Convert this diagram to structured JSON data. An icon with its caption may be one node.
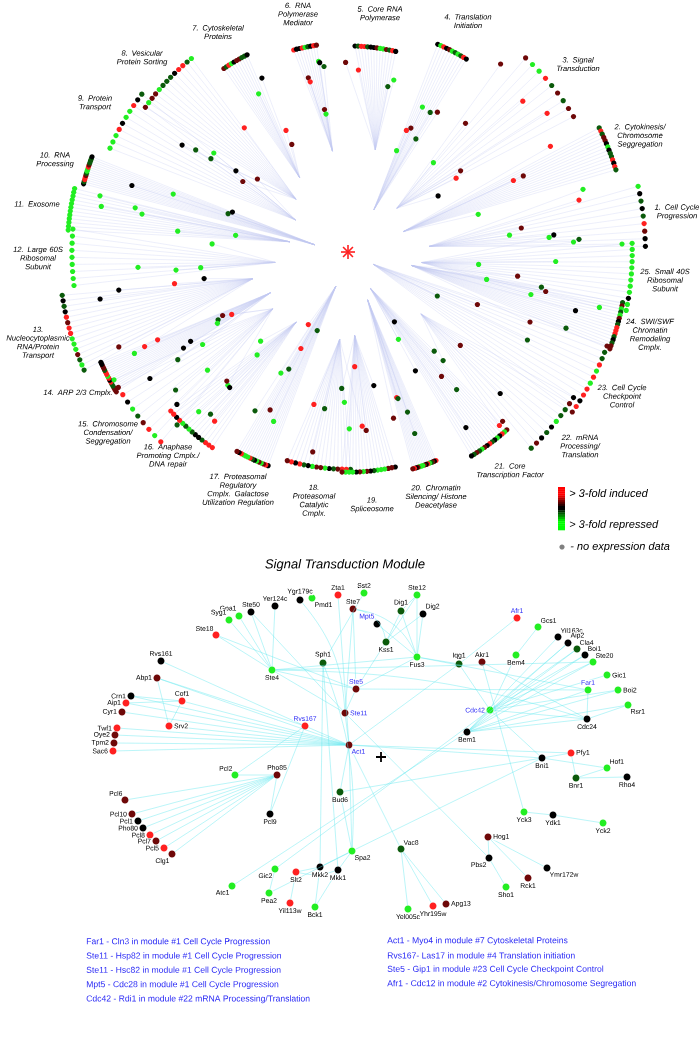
{
  "diagram": {
    "nodes": [
      {
        "text": [],
        "shape": "circle",
        "beside": [
          "Ygr179c"
        ]
      },
      {
        "text": [],
        "shape": "circle",
        "beside": [
          "Zta1"
        ]
      },
      {
        "text": [],
        "shape": "circle",
        "beside": [
          "Sst2"
        ]
      },
      {
        "text": [],
        "shape": "circle",
        "beside": [
          "Ste12"
        ]
      },
      {
        "text": [],
        "shape": "circle",
        "beside": [
          "Yer124c"
        ]
      },
      {
        "text": [],
        "shape": "circle",
        "beside": [
          "Pmd1"
        ]
      },
      {
        "text": [],
        "shape": "circle",
        "beside": [
          "Ste7"
        ]
      },
      {
        "text": [],
        "shape": "circle",
        "beside": [
          "Dig1"
        ]
      },
      {
        "text": [],
        "shape": "circle",
        "beside": [
          "Dig2"
        ]
      },
      {
        "text": [],
        "shape": "circle",
        "beside": [
          "Ste50"
        ]
      },
      {
        "text": [],
        "shape": "circle",
        "beside": [
          "Gpa1"
        ]
      },
      {
        "text": [],
        "shape": "circle",
        "beside": [
          "Syg1"
        ]
      },
      {
        "text": [],
        "shape": "circle",
        "beside": [
          "Afr1"
        ]
      },
      {
        "text": [],
        "shape": "circle",
        "beside": [
          "Mpt5"
        ]
      },
      {
        "text": [],
        "shape": "circle",
        "beside": [
          "Gcs1"
        ]
      },
      {
        "text": [],
        "shape": "circle",
        "beside": [
          "Ste18"
        ]
      },
      {
        "text": [],
        "shape": "circle",
        "beside": [
          "Yil163c"
        ]
      },
      {
        "text": [],
        "shape": "circle",
        "beside": [
          "Kss1"
        ]
      },
      {
        "text": [],
        "shape": "circle",
        "beside": [
          "Aip2"
        ]
      },
      {
        "text": [],
        "shape": "circle",
        "beside": [
          "Cla4"
        ]
      },
      {
        "text": [],
        "shape": "circle",
        "beside": [
          "Boi1"
        ]
      },
      {
        "text": [],
        "shape": "circle",
        "beside": [
          "Bem4"
        ]
      },
      {
        "text": [],
        "shape": "circle",
        "beside": [
          "Fus3"
        ]
      },
      {
        "text": [],
        "shape": "circle",
        "beside": [
          "Rvs161"
        ]
      },
      {
        "text": [],
        "shape": "circle",
        "beside": [
          "Ste20"
        ]
      },
      {
        "text": [],
        "shape": "circle",
        "beside": [
          "Akr1"
        ]
      },
      {
        "text": [],
        "shape": "circle",
        "beside": [
          "Iqg1"
        ]
      },
      {
        "text": [],
        "shape": "circle",
        "beside": [
          "Sph1"
        ]
      },
      {
        "text": [],
        "shape": "circle",
        "beside": [
          "Ste4"
        ]
      },
      {
        "text": [],
        "shape": "circle",
        "beside": [
          "Gic1"
        ]
      },
      {
        "text": [],
        "shape": "circle",
        "beside": [
          "Abp1"
        ]
      },
      {
        "text": [],
        "shape": "circle",
        "beside": [
          "Ste5"
        ]
      },
      {
        "text": [],
        "shape": "circle",
        "beside": [
          "Far1"
        ]
      },
      {
        "text": [],
        "shape": "circle",
        "beside": [
          "Boi2"
        ]
      },
      {
        "text": [],
        "shape": "circle",
        "beside": [
          "Crn1"
        ]
      },
      {
        "text": [],
        "shape": "circle",
        "beside": [
          "Cof1"
        ]
      },
      {
        "text": [],
        "shape": "circle",
        "beside": [
          "Aip1"
        ]
      },
      {
        "text": [],
        "shape": "circle",
        "beside": [
          "Rsr1"
        ]
      },
      {
        "text": [],
        "shape": "circle",
        "beside": [
          "Cdc42"
        ]
      },
      {
        "text": [],
        "shape": "circle",
        "beside": [
          "Cyr1"
        ]
      },
      {
        "text": [],
        "shape": "circle",
        "beside": [
          "Ste11"
        ]
      },
      {
        "text": [],
        "shape": "circle",
        "beside": [
          "Cdc24"
        ]
      },
      {
        "text": [],
        "shape": "circle",
        "beside": [
          "Rvs167"
        ]
      },
      {
        "text": [],
        "shape": "circle",
        "beside": [
          "Srv2"
        ]
      },
      {
        "text": [],
        "shape": "circle",
        "beside": [
          "Twf1"
        ]
      },
      {
        "text": [],
        "shape": "circle",
        "beside": [
          "Bem1"
        ]
      },
      {
        "text": [],
        "shape": "circle",
        "beside": [
          "Oye2"
        ]
      },
      {
        "text": [],
        "shape": "circle",
        "beside": [
          "Tpm2"
        ]
      },
      {
        "text": [],
        "shape": "circle",
        "beside": [
          "Act1"
        ]
      },
      {
        "text": [],
        "shape": "circle",
        "beside": [
          "Sac6"
        ]
      },
      {
        "text": [],
        "shape": "circle",
        "beside": [
          "Pfy1"
        ]
      },
      {
        "text": [],
        "shape": "circle",
        "beside": [
          "Bni1"
        ]
      },
      {
        "text": [],
        "shape": "circle",
        "beside": [
          "Hof1"
        ]
      },
      {
        "text": [],
        "shape": "circle",
        "beside": [
          "Pcl2"
        ]
      },
      {
        "text": [],
        "shape": "circle",
        "beside": [
          "Pho85"
        ]
      },
      {
        "text": [],
        "shape": "circle",
        "beside": [
          "Rho4"
        ]
      },
      {
        "text": [],
        "shape": "circle",
        "beside": [
          "Bnr1"
        ]
      },
      {
        "text": [],
        "shape": "circle",
        "beside": [
          "Bud6"
        ]
      },
      {
        "text": [],
        "shape": "circle",
        "beside": [
          "Pcl6"
        ]
      },
      {
        "text": [],
        "shape": "circle",
        "beside": [
          "Yck3"
        ]
      },
      {
        "text": [],
        "shape": "circle",
        "beside": [
          "Pcl9"
        ]
      },
      {
        "text": [],
        "shape": "circle",
        "beside": [
          "Pcl10"
        ]
      },
      {
        "text": [],
        "shape": "circle",
        "beside": [
          "Ydk1"
        ]
      },
      {
        "text": [],
        "shape": "circle",
        "beside": [
          "Pcl1"
        ]
      },
      {
        "text": [],
        "shape": "circle",
        "beside": [
          "Yck2"
        ]
      },
      {
        "text": [],
        "shape": "circle",
        "beside": [
          "Pho80"
        ]
      },
      {
        "text": [],
        "shape": "circle",
        "beside": [
          "Pcl8"
        ]
      },
      {
        "text": [],
        "shape": "circle",
        "beside": [
          "Hog1"
        ]
      },
      {
        "text": [],
        "shape": "circle",
        "beside": [
          "Pcl7"
        ]
      },
      {
        "text": [],
        "shape": "circle",
        "beside": [
          "Pcl5"
        ]
      },
      {
        "text": [],
        "shape": "circle",
        "beside": [
          "Vac8"
        ]
      },
      {
        "text": [],
        "shape": "circle",
        "beside": [
          "Spa2"
        ]
      },
      {
        "text": [],
        "shape": "circle",
        "beside": [
          "Clg1"
        ]
      },
      {
        "text": [],
        "shape": "circle",
        "beside": [
          "Pbs2"
        ]
      },
      {
        "text": [],
        "shape": "circle",
        "beside": [
          "Mkk2"
        ]
      },
      {
        "text": [],
        "shape": "circle",
        "beside": [
          "Ymr172w"
        ]
      },
      {
        "text": [],
        "shape": "circle",
        "beside": [
          "Gic2"
        ]
      },
      {
        "text": [],
        "shape": "circle",
        "beside": [
          "Mkk1"
        ]
      },
      {
        "text": [],
        "shape": "circle",
        "beside": [
          "Slt2"
        ]
      },
      {
        "text": [],
        "shape": "circle",
        "beside": [
          "Rck1"
        ]
      },
      {
        "text": [],
        "shape": "circle",
        "beside": [
          "Atc1"
        ]
      },
      {
        "text": [],
        "shape": "circle",
        "beside": [
          "Sho1"
        ]
      },
      {
        "text": [],
        "shape": "circle",
        "beside": [
          "Pea2"
        ]
      },
      {
        "text": [],
        "shape": "circle",
        "beside": [
          "Yil113w"
        ]
      },
      {
        "text": [],
        "shape": "circle",
        "beside": [
          "Apg13"
        ]
      },
      {
        "text": [],
        "shape": "circle",
        "beside": [
          "Yhr195w"
        ]
      },
      {
        "text": [],
        "shape": "circle",
        "beside": [
          "Bck1"
        ]
      },
      {
        "text": [],
        "shape": "circle",
        "beside": [
          "Yel005c"
        ]
      }
    ],
    "edges": [
      {
        "from": 48,
        "to": 30,
        "arrow": "none"
      },
      {
        "from": 48,
        "to": 34,
        "arrow": "none"
      },
      {
        "from": 48,
        "to": 36,
        "arrow": "none"
      },
      {
        "from": 48,
        "to": 39,
        "arrow": "none"
      },
      {
        "from": 48,
        "to": 44,
        "arrow": "none"
      },
      {
        "from": 48,
        "to": 46,
        "arrow": "none"
      },
      {
        "from": 48,
        "to": 47,
        "arrow": "none"
      },
      {
        "from": 48,
        "to": 49,
        "arrow": "none"
      },
      {
        "from": 48,
        "to": 43,
        "arrow": "none"
      },
      {
        "from": 48,
        "to": 35,
        "arrow": "none"
      },
      {
        "from": 48,
        "to": 42,
        "arrow": "none"
      },
      {
        "from": 48,
        "to": 40,
        "arrow": "none"
      },
      {
        "from": 1,
        "to": 48,
        "arrow": "none"
      },
      {
        "from": 48,
        "to": 51,
        "arrow": "none"
      },
      {
        "from": 48,
        "to": 50,
        "arrow": "none"
      },
      {
        "from": 48,
        "to": 57,
        "arrow": "none"
      },
      {
        "from": 48,
        "to": 71,
        "arrow": "none"
      },
      {
        "from": 48,
        "to": 26,
        "arrow": "none"
      },
      {
        "from": 48,
        "to": 70,
        "arrow": "none"
      },
      {
        "from": 30,
        "to": 43,
        "arrow": "none"
      },
      {
        "from": 35,
        "to": 43,
        "arrow": "none"
      },
      {
        "from": 35,
        "to": 36,
        "arrow": "none"
      },
      {
        "from": 34,
        "to": 35,
        "arrow": "none"
      },
      {
        "from": 23,
        "to": 42,
        "arrow": "none"
      },
      {
        "from": 30,
        "to": 42,
        "arrow": "none"
      },
      {
        "from": 42,
        "to": 53,
        "arrow": "none"
      },
      {
        "from": 42,
        "to": 60,
        "arrow": "none"
      },
      {
        "from": 54,
        "to": 53,
        "arrow": "none"
      },
      {
        "from": 54,
        "to": 60,
        "arrow": "none"
      },
      {
        "from": 54,
        "to": 58,
        "arrow": "none"
      },
      {
        "from": 54,
        "to": 61,
        "arrow": "none"
      },
      {
        "from": 54,
        "to": 63,
        "arrow": "none"
      },
      {
        "from": 54,
        "to": 65,
        "arrow": "none"
      },
      {
        "from": 54,
        "to": 66,
        "arrow": "none"
      },
      {
        "from": 54,
        "to": 68,
        "arrow": "none"
      },
      {
        "from": 54,
        "to": 69,
        "arrow": "none"
      },
      {
        "from": 54,
        "to": 72,
        "arrow": "none"
      },
      {
        "from": 40,
        "to": 31,
        "arrow": "none"
      },
      {
        "from": 40,
        "to": 6,
        "arrow": "none"
      },
      {
        "from": 40,
        "to": 9,
        "arrow": "none"
      },
      {
        "from": 40,
        "to": 73,
        "arrow": "none"
      },
      {
        "from": 40,
        "to": 28,
        "arrow": "none"
      },
      {
        "from": 0,
        "to": 40,
        "arrow": "none"
      },
      {
        "from": 31,
        "to": 28,
        "arrow": "none"
      },
      {
        "from": 31,
        "to": 15,
        "arrow": "none"
      },
      {
        "from": 31,
        "to": 22,
        "arrow": "none"
      },
      {
        "from": 31,
        "to": 17,
        "arrow": "none"
      },
      {
        "from": 31,
        "to": 6,
        "arrow": "none"
      },
      {
        "from": 31,
        "to": 32,
        "arrow": "none"
      },
      {
        "from": 28,
        "to": 10,
        "arrow": "none"
      },
      {
        "from": 28,
        "to": 9,
        "arrow": "none"
      },
      {
        "from": 28,
        "to": 11,
        "arrow": "none"
      },
      {
        "from": 28,
        "to": 15,
        "arrow": "none"
      },
      {
        "from": 28,
        "to": 24,
        "arrow": "none"
      },
      {
        "from": 28,
        "to": 41,
        "arrow": "none"
      },
      {
        "from": 28,
        "to": 22,
        "arrow": "none"
      },
      {
        "from": 4,
        "to": 28,
        "arrow": "none"
      },
      {
        "from": 22,
        "to": 7,
        "arrow": "none"
      },
      {
        "from": 22,
        "to": 8,
        "arrow": "none"
      },
      {
        "from": 22,
        "to": 3,
        "arrow": "none"
      },
      {
        "from": 22,
        "to": 6,
        "arrow": "none"
      },
      {
        "from": 22,
        "to": 32,
        "arrow": "none"
      },
      {
        "from": 13,
        "to": 22,
        "arrow": "none"
      },
      {
        "from": 22,
        "to": 26,
        "arrow": "none"
      },
      {
        "from": 17,
        "to": 7,
        "arrow": "none"
      },
      {
        "from": 17,
        "to": 8,
        "arrow": "none"
      },
      {
        "from": 17,
        "to": 3,
        "arrow": "none"
      },
      {
        "from": 17,
        "to": 6,
        "arrow": "none"
      },
      {
        "from": 27,
        "to": 71,
        "arrow": "none"
      },
      {
        "from": 27,
        "to": 77,
        "arrow": "none"
      },
      {
        "from": 27,
        "to": 74,
        "arrow": "none"
      },
      {
        "from": 2,
        "to": 27,
        "arrow": "none"
      },
      {
        "from": 71,
        "to": 77,
        "arrow": "none"
      },
      {
        "from": 71,
        "to": 74,
        "arrow": "none"
      },
      {
        "from": 71,
        "to": 82,
        "arrow": "none"
      },
      {
        "from": 71,
        "to": 57,
        "arrow": "none"
      },
      {
        "from": 71,
        "to": 51,
        "arrow": "none"
      },
      {
        "from": 86,
        "to": 77,
        "arrow": "none"
      },
      {
        "from": 86,
        "to": 74,
        "arrow": "none"
      },
      {
        "from": 78,
        "to": 77,
        "arrow": "none"
      },
      {
        "from": 78,
        "to": 74,
        "arrow": "none"
      },
      {
        "from": 83,
        "to": 78,
        "arrow": "none"
      },
      {
        "from": 82,
        "to": 76,
        "arrow": "none"
      },
      {
        "from": 76,
        "to": 38,
        "arrow": "none"
      },
      {
        "from": 80,
        "to": 45,
        "arrow": "none"
      },
      {
        "from": 57,
        "to": 51,
        "arrow": "none"
      },
      {
        "from": 70,
        "to": 87,
        "arrow": "none"
      },
      {
        "from": 70,
        "to": 85,
        "arrow": "none"
      },
      {
        "from": 70,
        "to": 84,
        "arrow": "none"
      },
      {
        "from": 67,
        "to": 73,
        "arrow": "none"
      },
      {
        "from": 67,
        "to": 79,
        "arrow": "none"
      },
      {
        "from": 67,
        "to": 75,
        "arrow": "none"
      },
      {
        "from": 73,
        "to": 81,
        "arrow": "none"
      },
      {
        "from": 25,
        "to": 59,
        "arrow": "none"
      },
      {
        "from": 59,
        "to": 62,
        "arrow": "none"
      },
      {
        "from": 62,
        "to": 64,
        "arrow": "none"
      },
      {
        "from": 51,
        "to": 50,
        "arrow": "none"
      },
      {
        "from": 50,
        "to": 56,
        "arrow": "none"
      },
      {
        "from": 51,
        "to": 52,
        "arrow": "none"
      },
      {
        "from": 56,
        "to": 52,
        "arrow": "none"
      },
      {
        "from": 56,
        "to": 55,
        "arrow": "none"
      },
      {
        "from": 38,
        "to": 51,
        "arrow": "none"
      },
      {
        "from": 38,
        "to": 29,
        "arrow": "none"
      },
      {
        "from": 38,
        "to": 24,
        "arrow": "none"
      },
      {
        "from": 38,
        "to": 19,
        "arrow": "none"
      },
      {
        "from": 38,
        "to": 20,
        "arrow": "none"
      },
      {
        "from": 38,
        "to": 21,
        "arrow": "none"
      },
      {
        "from": 38,
        "to": 41,
        "arrow": "none"
      },
      {
        "from": 38,
        "to": 26,
        "arrow": "none"
      },
      {
        "from": 38,
        "to": 33,
        "arrow": "none"
      },
      {
        "from": 38,
        "to": 18,
        "arrow": "none"
      },
      {
        "from": 45,
        "to": 41,
        "arrow": "none"
      },
      {
        "from": 45,
        "to": 20,
        "arrow": "none"
      },
      {
        "from": 45,
        "to": 33,
        "arrow": "none"
      },
      {
        "from": 45,
        "to": 24,
        "arrow": "none"
      },
      {
        "from": 45,
        "to": 19,
        "arrow": "none"
      },
      {
        "from": 45,
        "to": 16,
        "arrow": "none"
      },
      {
        "from": 45,
        "to": 18,
        "arrow": "none"
      },
      {
        "from": 45,
        "to": 37,
        "arrow": "none"
      },
      {
        "from": 45,
        "to": 32,
        "arrow": "none"
      },
      {
        "from": 45,
        "to": 38,
        "arrow": "none"
      },
      {
        "from": 41,
        "to": 32,
        "arrow": "none"
      },
      {
        "from": 41,
        "to": 37,
        "arrow": "none"
      },
      {
        "from": 25,
        "to": 41,
        "arrow": "none"
      },
      {
        "from": 12,
        "to": 26,
        "arrow": "none"
      },
      {
        "from": 14,
        "to": 21,
        "arrow": "none"
      },
      {
        "from": 7,
        "to": 3,
        "arrow": "none"
      }
    ],
    "labels": [
      "1. Cell Cycle Progression",
      "2. Cytokinesis/ Chromosome Seggregation",
      "3. Signal Transduction",
      "4. Translation Initiation",
      "5. Core RNA Polymerase",
      "6. RNA Polymerase Mediator",
      "7. Cytoskeletal Proteins",
      "8. Vesicular Protein Sorting",
      "9. Protein Transport",
      "10. RNA Processing",
      "11. Exosome",
      "12. Large 60S Ribosomal Subunit",
      "13. Nucleocytoplasmic RNA/Protein Transport",
      "14. ARP 2/3 Cmplx.",
      "15. Chromosome Condensation/ Seggregation",
      "16. Anaphase Promoting Cmplx./ DNA repair",
      "17. Proteasomal Regulatory Cmplx. Galactose Utilization Regulation",
      "18. Proteasomal Catalytic Cmplx.",
      "19. Spliceosome",
      "20. Chromatin Silencing/ Histone Deacetylase",
      "21. Core Transcription Factor",
      "22. mRNA Processing/ Translation",
      "23. Cell Cycle Checkpoint Control",
      "24. SWI/SWF Chromatin Remodeling Cmplx.",
      "25. Small 40S Ribosomal Subunit",
      "Signal Transduction Module",
      "Far1 - Cln3 in module #1 Cell Cycle Progression",
      "Ste11 - Hsp82 in module #1 Cell Cycle Progression",
      "Ste11 - Hsc82 in module #1 Cell Cycle Progression",
      "Mpt5 - Cdc28 in module #1 Cell Cycle Progression",
      "Cdc42 - Rdi1 in module #22 mRNA Processing/Translation",
      "Act1 - Myo4 in module #7 Cytoskeletal Proteins",
      "Rvs167- Las17 in module #4 Translation initiation",
      "Ste5 - Gip1 in module #23 Cell Cycle Checkpoint Control",
      "Afr1 - Cdc12 in module #2 Cytokinesis/Chromosome Segregation"
    ],
    "legend": [
      {
        "text": "> 3-fold induced",
        "color": "#ff0000"
      },
      {
        "text": "> 3-fold repressed",
        "color": "#00ff00"
      },
      {
        "text": "- no expression data",
        "color": "#808080"
      }
    ]
  }
}
